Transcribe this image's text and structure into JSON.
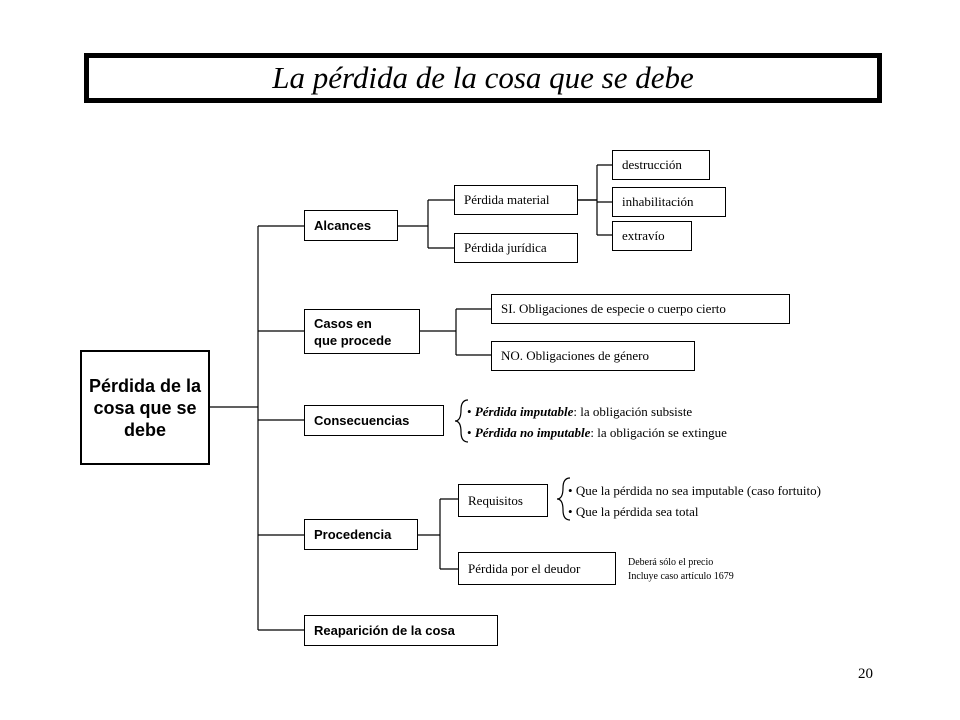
{
  "title": "La pérdida de la cosa que se debe",
  "root": {
    "label": "Pérdida de la cosa que se debe"
  },
  "branches": {
    "alcances": {
      "label": "Alcances",
      "perdida_material": "Pérdida material",
      "perdida_juridica": "Pérdida jurídica",
      "material_items": [
        "destrucción",
        "inhabilitación",
        "extravío"
      ]
    },
    "casos": {
      "label": "Casos en que procede",
      "si": "SI. Obligaciones de especie o cuerpo cierto",
      "no": "NO. Obligaciones de género"
    },
    "consecuencias": {
      "label": "Consecuencias",
      "items": [
        {
          "term": "Pérdida imputable",
          "rest": ": la obligación subsiste"
        },
        {
          "term": "Pérdida no imputable",
          "rest": ": la obligación se extingue"
        }
      ]
    },
    "procedencia": {
      "label": "Procedencia",
      "requisitos": "Requisitos",
      "requisitos_items": [
        "Que la pérdida no sea imputable (caso fortuito)",
        "Que la pérdida sea total"
      ],
      "perdida_deudor": "Pérdida por el deudor",
      "deudor_notes": [
        "Deberá sólo el precio",
        "Incluye caso artículo 1679"
      ]
    },
    "reaparicion": {
      "label": "Reaparición de la cosa"
    }
  },
  "page_number": "20",
  "bullet_char": "•"
}
